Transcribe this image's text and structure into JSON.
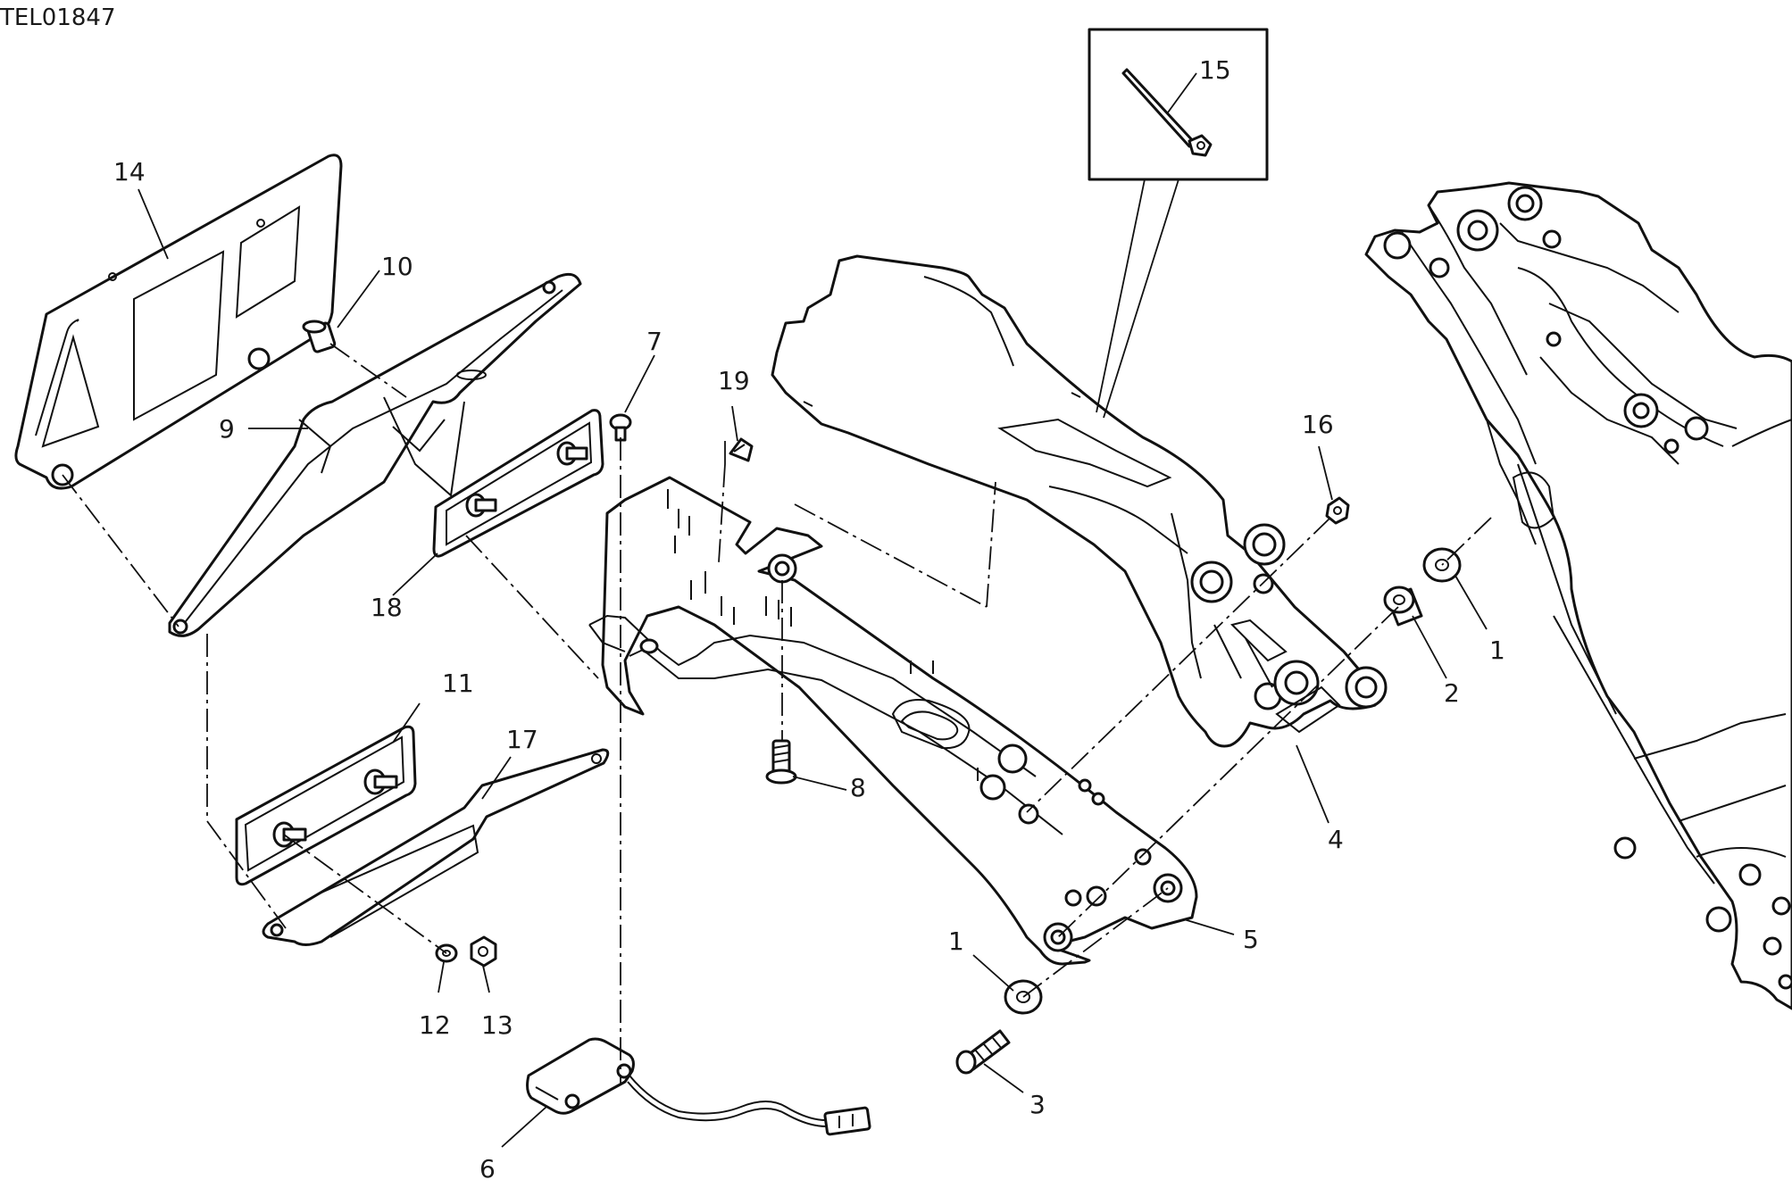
{
  "drawing_code": "TEL01847",
  "callouts": [
    {
      "id": "c1a",
      "text": "1"
    },
    {
      "id": "c1b",
      "text": "1"
    },
    {
      "id": "c2",
      "text": "2"
    },
    {
      "id": "c3",
      "text": "3"
    },
    {
      "id": "c4",
      "text": "4"
    },
    {
      "id": "c5",
      "text": "5"
    },
    {
      "id": "c6",
      "text": "6"
    },
    {
      "id": "c7",
      "text": "7"
    },
    {
      "id": "c8",
      "text": "8"
    },
    {
      "id": "c9",
      "text": "9"
    },
    {
      "id": "c10",
      "text": "10"
    },
    {
      "id": "c11",
      "text": "11"
    },
    {
      "id": "c12",
      "text": "12"
    },
    {
      "id": "c13",
      "text": "13"
    },
    {
      "id": "c14",
      "text": "14"
    },
    {
      "id": "c15",
      "text": "15"
    },
    {
      "id": "c16",
      "text": "16"
    },
    {
      "id": "c17",
      "text": "17"
    },
    {
      "id": "c18",
      "text": "18"
    },
    {
      "id": "c19",
      "text": "19"
    }
  ]
}
